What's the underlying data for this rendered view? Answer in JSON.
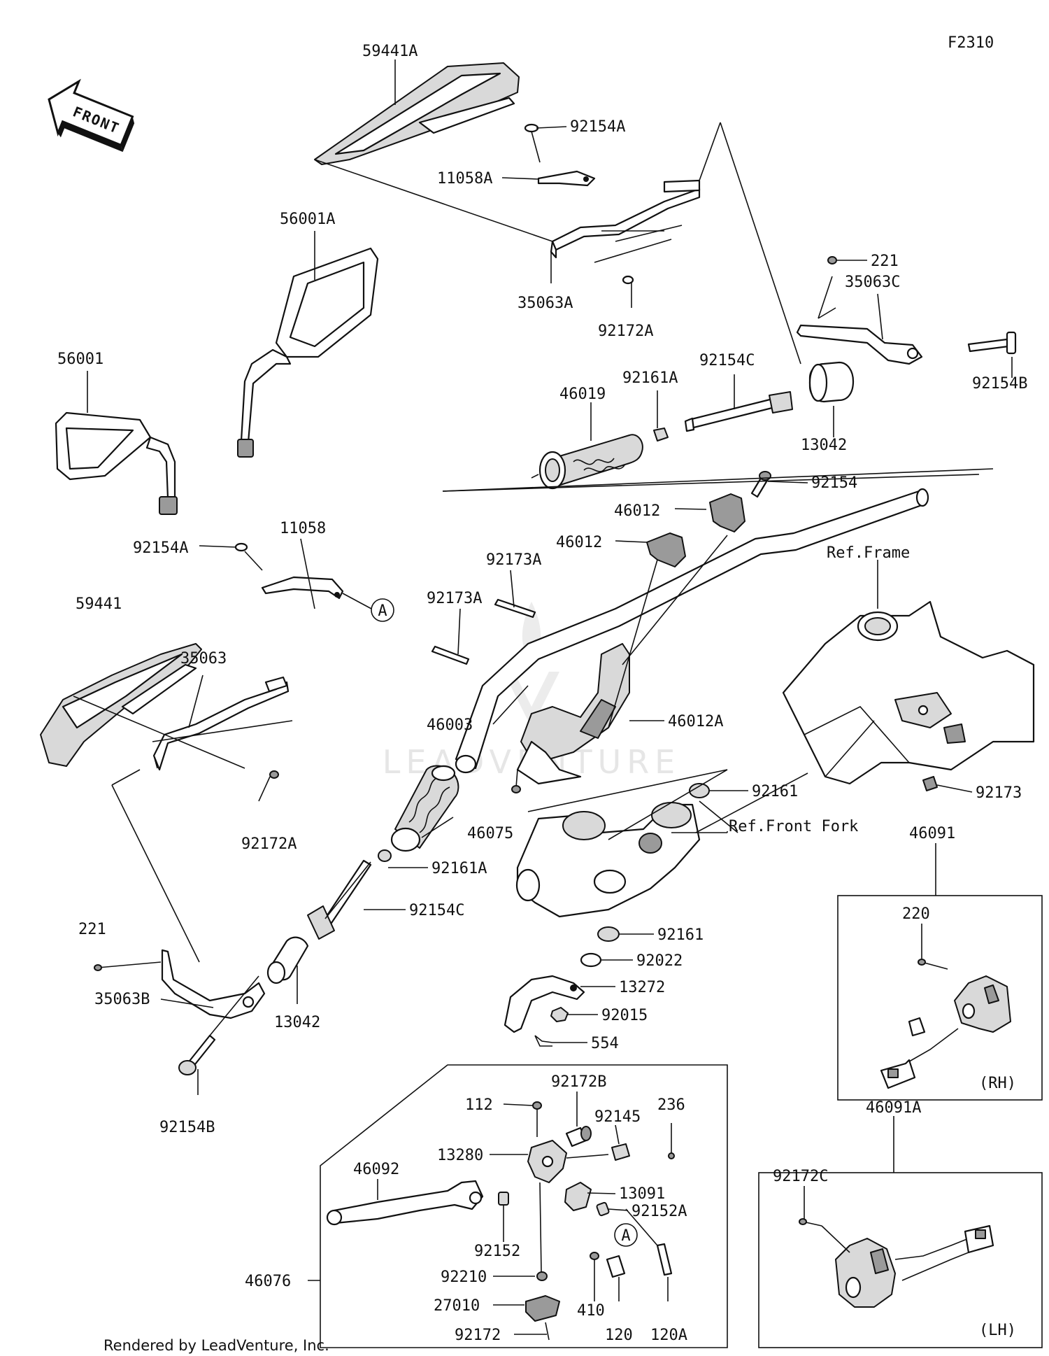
{
  "diagram_id": "F2310",
  "front_badge": "FRONT",
  "credit": "Rendered by LeadVenture, Inc.",
  "watermark": "LEADVENTURE",
  "parts": {
    "p59441A": "59441A",
    "p92154A_top": "92154A",
    "p11058A": "11058A",
    "p35063A": "35063A",
    "p92172A_top": "92172A",
    "p56001A": "56001A",
    "p56001": "56001",
    "p221_top": "221",
    "p35063C": "35063C",
    "p92154B_right": "92154B",
    "p92154C_top": "92154C",
    "p92161A_top": "92161A",
    "p46019": "46019",
    "p13042_right": "13042",
    "p92154": "92154",
    "p46012_a": "46012",
    "p46012_b": "46012",
    "p11058": "11058",
    "p92154A_left": "92154A",
    "p92173A_a": "92173A",
    "p92173A_b": "92173A",
    "p59441": "59441",
    "p35063": "35063",
    "p46003": "46003",
    "p46012A": "46012A",
    "p92172A_left": "92172A",
    "p92161_a": "92161",
    "p46075": "46075",
    "p92161A_left": "92161A",
    "p92154C_left": "92154C",
    "p221_left": "221",
    "p35063B": "35063B",
    "p13042_left": "13042",
    "p92154B_left": "92154B",
    "p92161_b": "92161",
    "p92022": "92022",
    "p13272": "13272",
    "p92015": "92015",
    "p554": "554",
    "p92173": "92173",
    "p46091": "46091",
    "p220": "220",
    "p46091A": "46091A",
    "p92172C": "92172C",
    "p92172B": "92172B",
    "p112": "112",
    "p92145": "92145",
    "p236": "236",
    "p13280": "13280",
    "p46092": "46092",
    "p13091": "13091",
    "p92152A": "92152A",
    "p92152": "92152",
    "p46076": "46076",
    "p92210": "92210",
    "p27010": "27010",
    "p410": "410",
    "p120": "120",
    "p120A": "120A",
    "p92172": "92172"
  },
  "references": {
    "frame": "Ref.Frame",
    "front_fork": "Ref.Front Fork"
  },
  "callout_marker": "A",
  "box_labels": {
    "rh": "(RH)",
    "lh": "(LH)"
  }
}
